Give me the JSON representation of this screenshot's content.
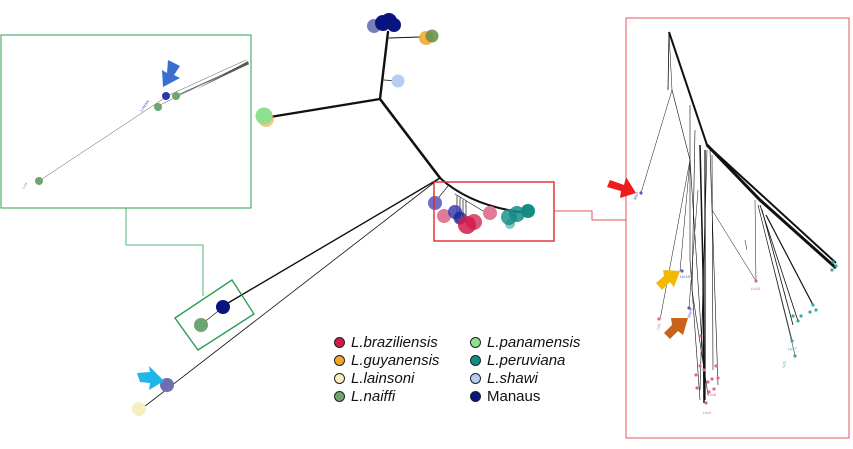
{
  "figure": {
    "type": "phylogenetic network with zoomed insets",
    "legend": {
      "items": [
        {
          "label": "L.braziliensis",
          "color": "#d11b4a",
          "italic": true
        },
        {
          "label": "L.guyanensis",
          "color": "#f2a52b",
          "italic": true
        },
        {
          "label": "L.lainsoni",
          "color": "#f7efc2",
          "italic": true
        },
        {
          "label": "L.naiffi",
          "color": "#6fa56f",
          "italic": true
        },
        {
          "label": "L.panamensis",
          "color": "#8ee08e",
          "italic": true
        },
        {
          "label": "L.peruviana",
          "color": "#138c86",
          "italic": true
        },
        {
          "label": "L.shawi",
          "color": "#b6ccf2",
          "italic": true
        },
        {
          "label": "Manaus",
          "color": "#0a1480",
          "italic": false
        }
      ]
    },
    "insets": {
      "left": {
        "frame_color": "#2e9e55",
        "labels": [
          "LnMAN",
          "Ln4"
        ],
        "arrow_color": "#3a6fd0"
      },
      "right": {
        "frame_color": "#e0555c",
        "labels": [
          "Man",
          "Lbr15",
          "Man5",
          "Lb1",
          "Lb16",
          "Lbr8",
          "Lbr3",
          "Lp17",
          "Lp3"
        ]
      }
    },
    "arrows": {
      "red": "#ee1c1c",
      "yellow": "#f5b800",
      "brown": "#c7641a",
      "cyan": "#1fb6ec",
      "blue": "#3a6fd0"
    },
    "colors": {
      "branch": "#111111",
      "highlight_box_main": "#e02a2a",
      "highlight_box_left": "#2e9e55"
    }
  }
}
